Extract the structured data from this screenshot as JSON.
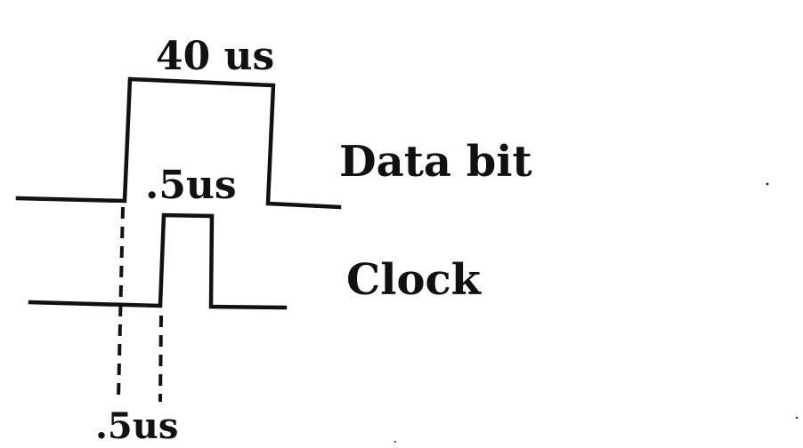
{
  "labels": {
    "pulse_width": "40 us",
    "data_signal": "Data bit",
    "clock_pulse_width": ".5us",
    "clock_signal": "Clock",
    "setup_time": ".5us"
  }
}
